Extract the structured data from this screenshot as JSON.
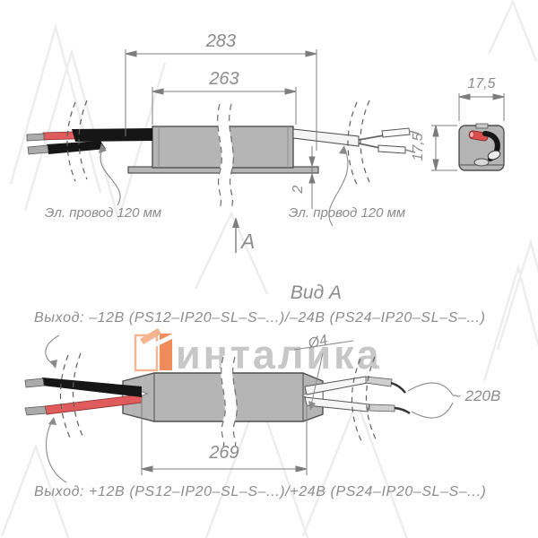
{
  "watermark": {
    "brand_text": "инталика",
    "logo_color": "#f08c5a"
  },
  "top_view": {
    "dim_overall": "283",
    "dim_body": "263",
    "dim_flange_thickness": "2",
    "wire_label_left": "Эл. провод 120 мм",
    "wire_label_right": "Эл. провод 120 мм",
    "section_letter": "А",
    "end_view": {
      "dim_width": "17,5",
      "dim_height": "17,5"
    }
  },
  "bottom_view": {
    "title": "Вид А",
    "output_label_top": "Выход: –12В (PS12–IP20–SL–S–...)/–24В (PS24–IP20–SL–S–...)",
    "output_label_bottom": "Выход: +12В (PS12–IP20–SL–S–...)/+24В (PS24–IP20–SL–S–...)",
    "input_label": "~ 220В",
    "dim_length": "269",
    "dim_hole": "Ø4"
  },
  "colors": {
    "body_gray": "#b5b5b5",
    "wire_red": "#e05c5c",
    "wire_black": "#161616",
    "line_gray": "#7d7d7d",
    "text_gray": "#8c8c8c",
    "watermark_gray": "#c7c7c7",
    "accent_orange": "#f08c5a"
  }
}
